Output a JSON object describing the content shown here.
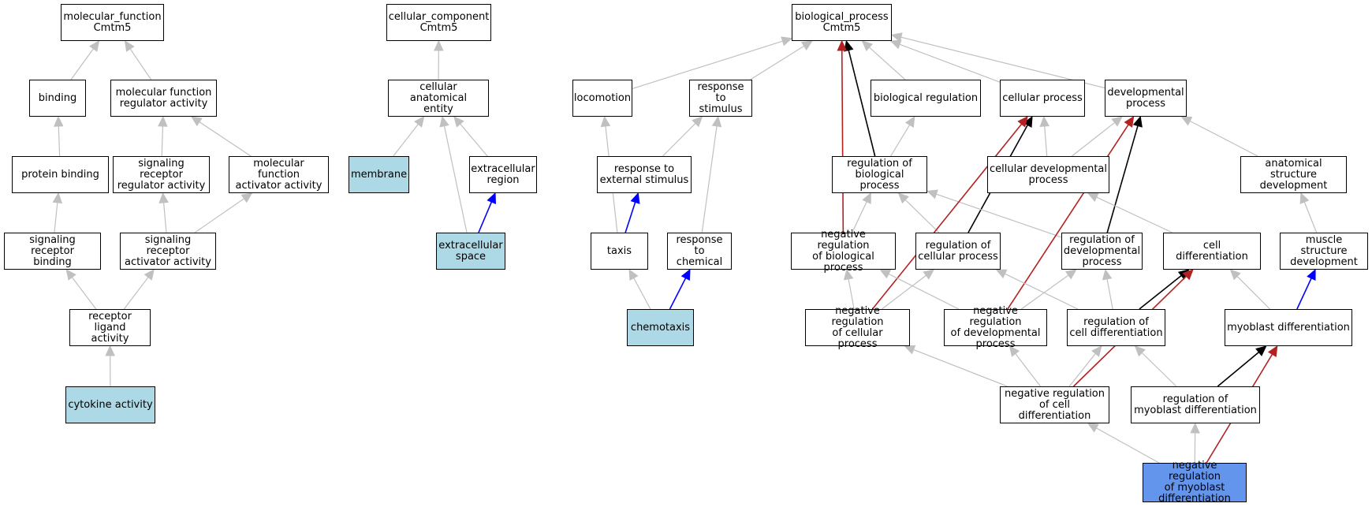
{
  "graph": {
    "colors": {
      "is_a": "#c0c0c0",
      "part_of": "#000000",
      "negatively_regulates": "#b22222",
      "regulates": "#0000ff",
      "annotated": "#add8e6",
      "query": "#6495ed"
    },
    "nodes": [
      {
        "id": "mf_root",
        "label": "molecular_function\nCmtm5",
        "style": "plain"
      },
      {
        "id": "binding",
        "label": "binding",
        "style": "plain"
      },
      {
        "id": "mf_reg",
        "label": "molecular function\nregulator activity",
        "style": "plain"
      },
      {
        "id": "protein_binding",
        "label": "protein binding",
        "style": "plain"
      },
      {
        "id": "sig_rec_reg",
        "label": "signaling receptor\nregulator activity",
        "style": "plain"
      },
      {
        "id": "mf_act",
        "label": "molecular function\nactivator activity",
        "style": "plain"
      },
      {
        "id": "sig_rec_bind",
        "label": "signaling receptor\nbinding",
        "style": "plain"
      },
      {
        "id": "sig_rec_act",
        "label": "signaling receptor\nactivator activity",
        "style": "plain"
      },
      {
        "id": "rec_lig",
        "label": "receptor ligand\nactivity",
        "style": "plain"
      },
      {
        "id": "cytokine",
        "label": "cytokine activity",
        "style": "annot"
      },
      {
        "id": "cc_root",
        "label": "cellular_component\nCmtm5",
        "style": "plain"
      },
      {
        "id": "cae",
        "label": "cellular anatomical\nentity",
        "style": "plain"
      },
      {
        "id": "membrane",
        "label": "membrane",
        "style": "annot"
      },
      {
        "id": "ec_region",
        "label": "extracellular\nregion",
        "style": "plain"
      },
      {
        "id": "ec_space",
        "label": "extracellular\nspace",
        "style": "annot"
      },
      {
        "id": "bp_root",
        "label": "biological_process\nCmtm5",
        "style": "plain"
      },
      {
        "id": "locomotion",
        "label": "locomotion",
        "style": "plain"
      },
      {
        "id": "resp_stim",
        "label": "response to\nstimulus",
        "style": "plain"
      },
      {
        "id": "bio_reg",
        "label": "biological regulation",
        "style": "plain"
      },
      {
        "id": "cell_proc",
        "label": "cellular process",
        "style": "plain"
      },
      {
        "id": "dev_proc",
        "label": "developmental\nprocess",
        "style": "plain"
      },
      {
        "id": "resp_ext",
        "label": "response to\nexternal stimulus",
        "style": "plain"
      },
      {
        "id": "reg_bio",
        "label": "regulation of\nbiological process",
        "style": "plain"
      },
      {
        "id": "cell_dev",
        "label": "cellular developmental\nprocess",
        "style": "plain"
      },
      {
        "id": "anat_dev",
        "label": "anatomical structure\ndevelopment",
        "style": "plain"
      },
      {
        "id": "taxis",
        "label": "taxis",
        "style": "plain"
      },
      {
        "id": "resp_chem",
        "label": "response to\nchemical",
        "style": "plain"
      },
      {
        "id": "neg_reg_bio",
        "label": "negative regulation\nof biological\nprocess",
        "style": "plain"
      },
      {
        "id": "reg_cell",
        "label": "regulation of\ncellular process",
        "style": "plain"
      },
      {
        "id": "reg_dev",
        "label": "regulation of\ndevelopmental\nprocess",
        "style": "plain"
      },
      {
        "id": "cell_diff",
        "label": "cell differentiation",
        "style": "plain"
      },
      {
        "id": "muscle_dev",
        "label": "muscle structure\ndevelopment",
        "style": "plain"
      },
      {
        "id": "chemotaxis",
        "label": "chemotaxis",
        "style": "annot"
      },
      {
        "id": "neg_reg_cell",
        "label": "negative regulation\nof cellular\nprocess",
        "style": "plain"
      },
      {
        "id": "neg_reg_dev",
        "label": "negative regulation\nof developmental\nprocess",
        "style": "plain"
      },
      {
        "id": "reg_cell_diff",
        "label": "regulation of\ncell differentiation",
        "style": "plain"
      },
      {
        "id": "myoblast_diff",
        "label": "myoblast differentiation",
        "style": "plain"
      },
      {
        "id": "neg_reg_cell_diff",
        "label": "negative regulation\nof cell differentiation",
        "style": "plain"
      },
      {
        "id": "reg_myo_diff",
        "label": "regulation of\nmyoblast differentiation",
        "style": "plain"
      },
      {
        "id": "neg_reg_myo_diff",
        "label": "negative regulation\nof myoblast\ndifferentiation",
        "style": "focus"
      }
    ],
    "edges": [
      {
        "from": "binding",
        "to": "mf_root",
        "type": "is_a"
      },
      {
        "from": "mf_reg",
        "to": "mf_root",
        "type": "is_a"
      },
      {
        "from": "protein_binding",
        "to": "binding",
        "type": "is_a"
      },
      {
        "from": "sig_rec_reg",
        "to": "mf_reg",
        "type": "is_a"
      },
      {
        "from": "mf_act",
        "to": "mf_reg",
        "type": "is_a"
      },
      {
        "from": "sig_rec_bind",
        "to": "protein_binding",
        "type": "is_a"
      },
      {
        "from": "sig_rec_act",
        "to": "sig_rec_reg",
        "type": "is_a"
      },
      {
        "from": "sig_rec_act",
        "to": "mf_act",
        "type": "is_a"
      },
      {
        "from": "rec_lig",
        "to": "sig_rec_bind",
        "type": "is_a"
      },
      {
        "from": "rec_lig",
        "to": "sig_rec_act",
        "type": "is_a"
      },
      {
        "from": "cytokine",
        "to": "rec_lig",
        "type": "is_a"
      },
      {
        "from": "cae",
        "to": "cc_root",
        "type": "is_a"
      },
      {
        "from": "membrane",
        "to": "cae",
        "type": "is_a"
      },
      {
        "from": "ec_region",
        "to": "cae",
        "type": "is_a"
      },
      {
        "from": "ec_space",
        "to": "cae",
        "type": "is_a"
      },
      {
        "from": "ec_space",
        "to": "ec_region",
        "type": "regulates"
      },
      {
        "from": "locomotion",
        "to": "bp_root",
        "type": "is_a"
      },
      {
        "from": "resp_stim",
        "to": "bp_root",
        "type": "is_a"
      },
      {
        "from": "bio_reg",
        "to": "bp_root",
        "type": "is_a"
      },
      {
        "from": "cell_proc",
        "to": "bp_root",
        "type": "is_a"
      },
      {
        "from": "dev_proc",
        "to": "bp_root",
        "type": "is_a"
      },
      {
        "from": "reg_bio",
        "to": "bp_root",
        "type": "part_of"
      },
      {
        "from": "neg_reg_bio",
        "to": "bp_root",
        "type": "negatively_regulates"
      },
      {
        "from": "resp_ext",
        "to": "resp_stim",
        "type": "is_a"
      },
      {
        "from": "reg_bio",
        "to": "bio_reg",
        "type": "is_a"
      },
      {
        "from": "cell_dev",
        "to": "cell_proc",
        "type": "is_a"
      },
      {
        "from": "cell_dev",
        "to": "dev_proc",
        "type": "is_a"
      },
      {
        "from": "anat_dev",
        "to": "dev_proc",
        "type": "is_a"
      },
      {
        "from": "taxis",
        "to": "locomotion",
        "type": "is_a"
      },
      {
        "from": "taxis",
        "to": "resp_ext",
        "type": "regulates"
      },
      {
        "from": "resp_chem",
        "to": "resp_stim",
        "type": "is_a"
      },
      {
        "from": "neg_reg_bio",
        "to": "reg_bio",
        "type": "is_a"
      },
      {
        "from": "reg_cell",
        "to": "reg_bio",
        "type": "is_a"
      },
      {
        "from": "reg_cell",
        "to": "cell_proc",
        "type": "part_of"
      },
      {
        "from": "reg_dev",
        "to": "reg_bio",
        "type": "is_a"
      },
      {
        "from": "reg_dev",
        "to": "dev_proc",
        "type": "part_of"
      },
      {
        "from": "cell_diff",
        "to": "cell_dev",
        "type": "is_a"
      },
      {
        "from": "muscle_dev",
        "to": "anat_dev",
        "type": "is_a"
      },
      {
        "from": "chemotaxis",
        "to": "taxis",
        "type": "is_a"
      },
      {
        "from": "chemotaxis",
        "to": "resp_chem",
        "type": "regulates"
      },
      {
        "from": "neg_reg_cell",
        "to": "neg_reg_bio",
        "type": "is_a"
      },
      {
        "from": "neg_reg_cell",
        "to": "reg_cell",
        "type": "is_a"
      },
      {
        "from": "neg_reg_cell",
        "to": "cell_proc",
        "type": "negatively_regulates"
      },
      {
        "from": "neg_reg_dev",
        "to": "neg_reg_bio",
        "type": "is_a"
      },
      {
        "from": "neg_reg_dev",
        "to": "reg_dev",
        "type": "is_a"
      },
      {
        "from": "neg_reg_dev",
        "to": "dev_proc",
        "type": "negatively_regulates"
      },
      {
        "from": "reg_cell_diff",
        "to": "reg_cell",
        "type": "is_a"
      },
      {
        "from": "reg_cell_diff",
        "to": "reg_dev",
        "type": "is_a"
      },
      {
        "from": "reg_cell_diff",
        "to": "cell_diff",
        "type": "part_of"
      },
      {
        "from": "myoblast_diff",
        "to": "cell_diff",
        "type": "is_a"
      },
      {
        "from": "myoblast_diff",
        "to": "muscle_dev",
        "type": "regulates"
      },
      {
        "from": "neg_reg_cell_diff",
        "to": "neg_reg_cell",
        "type": "is_a"
      },
      {
        "from": "neg_reg_cell_diff",
        "to": "neg_reg_dev",
        "type": "is_a"
      },
      {
        "from": "neg_reg_cell_diff",
        "to": "reg_cell_diff",
        "type": "is_a"
      },
      {
        "from": "neg_reg_cell_diff",
        "to": "cell_diff",
        "type": "negatively_regulates"
      },
      {
        "from": "reg_myo_diff",
        "to": "reg_cell_diff",
        "type": "is_a"
      },
      {
        "from": "reg_myo_diff",
        "to": "myoblast_diff",
        "type": "part_of"
      },
      {
        "from": "neg_reg_myo_diff",
        "to": "neg_reg_cell_diff",
        "type": "is_a"
      },
      {
        "from": "neg_reg_myo_diff",
        "to": "reg_myo_diff",
        "type": "is_a"
      },
      {
        "from": "neg_reg_myo_diff",
        "to": "myoblast_diff",
        "type": "negatively_regulates"
      }
    ]
  }
}
